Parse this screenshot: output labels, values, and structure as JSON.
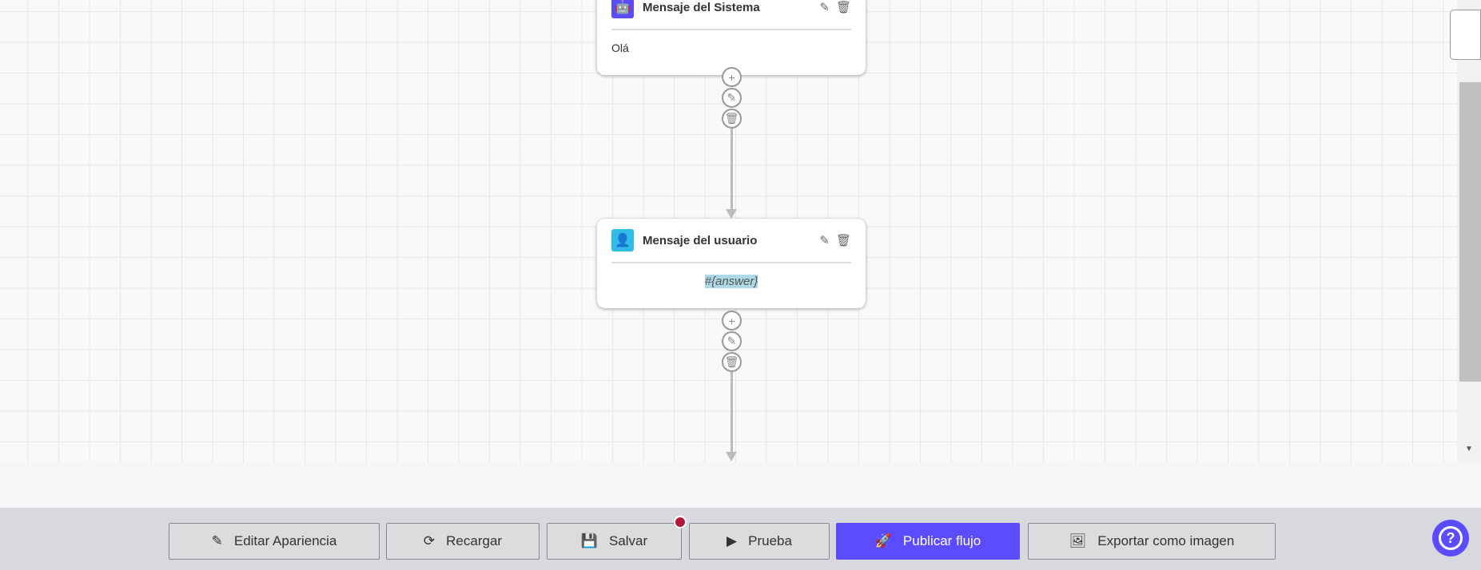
{
  "nodes": [
    {
      "title": "Mensaje del Sistema",
      "type": "system",
      "body": "Olá",
      "color": "#5b4cff"
    },
    {
      "title": "Mensaje del usuario",
      "type": "user",
      "body": "#{answer}",
      "color": "#2fbde8"
    }
  ],
  "toolbar": {
    "edit_appearance": "Editar Apariencia",
    "reload": "Recargar",
    "save": "Salvar",
    "test": "Prueba",
    "publish": "Publicar flujo",
    "export": "Exportar como imagen"
  },
  "colors": {
    "accent": "#5b4cff",
    "unsaved_dot": "#b5173a"
  }
}
